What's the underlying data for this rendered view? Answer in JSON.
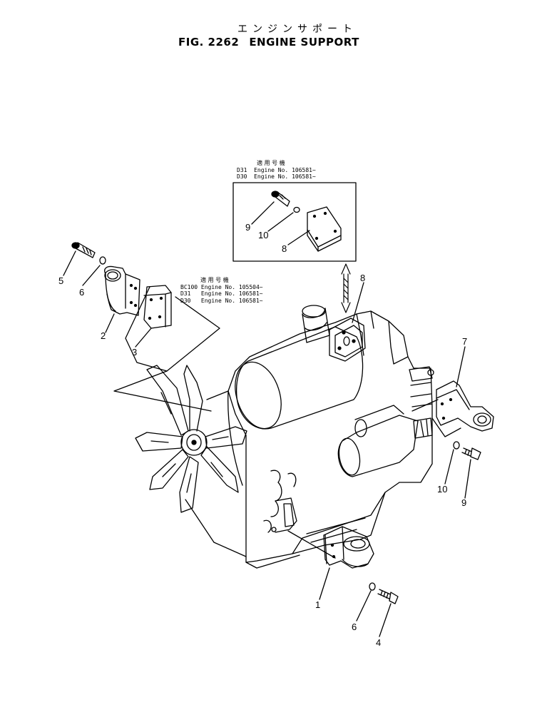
{
  "header": {
    "jp_title": "エンジンサポート",
    "fig_number": "FIG. 2262",
    "fig_name": "ENGINE SUPPORT"
  },
  "notes": {
    "upper": {
      "header": "適 用 号 機",
      "lines": [
        "D31  Engine No. 106581~",
        "D30  Engine No. 106581~"
      ]
    },
    "lower": {
      "header": "適 用 号 機",
      "lines": [
        "BC100 Engine No. 105504~",
        "D31   Engine No. 106581~",
        "D30   Engine No. 106581~"
      ]
    }
  },
  "callouts": {
    "c1": "1",
    "c2": "2",
    "c3": "3",
    "c4": "4",
    "c5": "5",
    "c6a": "6",
    "c6b": "6",
    "c7": "7",
    "c8a": "8",
    "c8b": "8",
    "c9a": "9",
    "c9b": "9",
    "c10a": "10",
    "c10b": "10"
  }
}
